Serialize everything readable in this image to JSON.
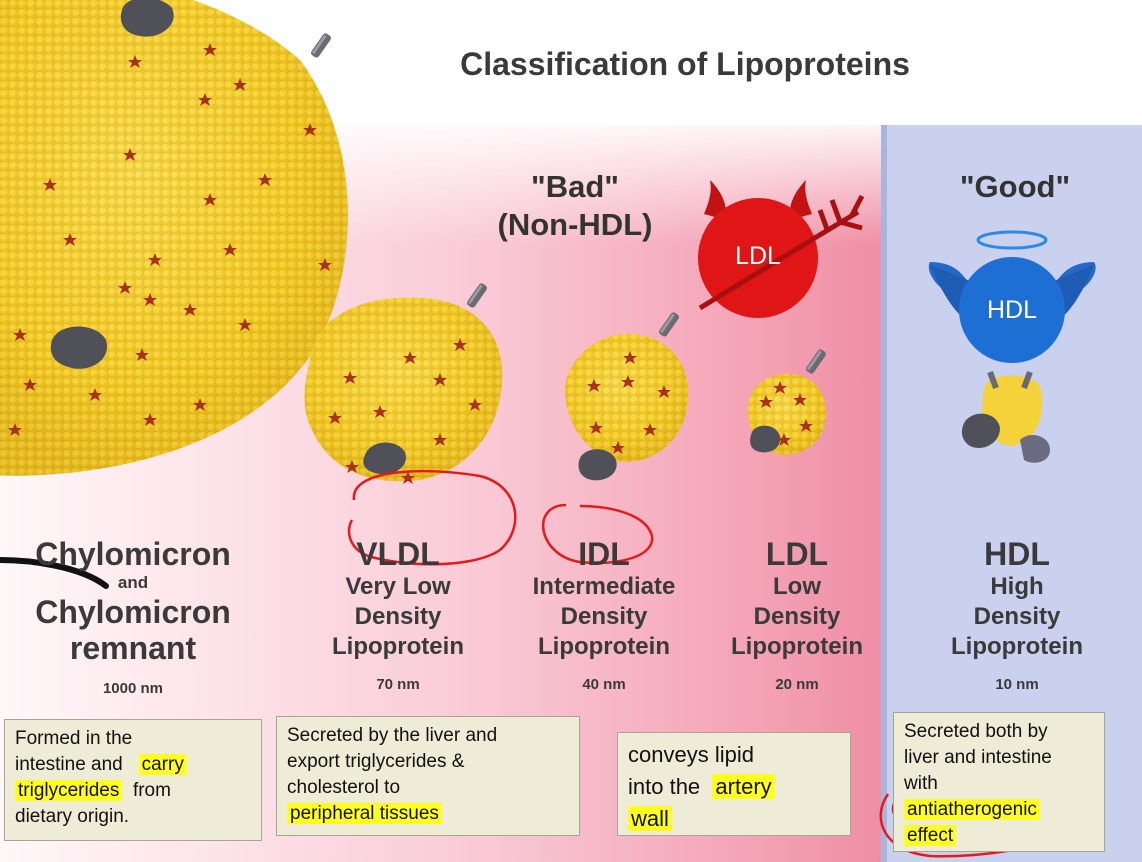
{
  "title": "Classification of Lipoproteins",
  "groups": {
    "bad_line1": "\"Bad\"",
    "bad_line2": "(Non-HDL)",
    "good": "\"Good\""
  },
  "badges": {
    "ldl": "LDL",
    "hdl": "HDL"
  },
  "columns": [
    {
      "abbr": "Chylomicron",
      "joiner": "and",
      "name2": "Chylomicron",
      "name3": "remnant",
      "size": "1000 nm"
    },
    {
      "abbr": "VLDL",
      "line1": "Very Low",
      "line2": "Density",
      "line3": "Lipoprotein",
      "size": "70 nm"
    },
    {
      "abbr": "IDL",
      "line1": "Intermediate",
      "line2": "Density",
      "line3": "Lipoprotein",
      "size": "40 nm"
    },
    {
      "abbr": "LDL",
      "line1": "Low",
      "line2": "Density",
      "line3": "Lipoprotein",
      "size": "20 nm"
    },
    {
      "abbr": "HDL",
      "line1": "High",
      "line2": "Density",
      "line3": "Lipoprotein",
      "size": "10 nm"
    }
  ],
  "notes": [
    {
      "a": "Formed in the",
      "b": "intestine and",
      "c": "carry",
      "d": "triglycerides",
      "e": "from",
      "f": "dietary origin."
    },
    {
      "a": "Secreted by the liver  and",
      "b": "export triglycerides  &",
      "c": "cholesterol to",
      "d": "peripheral tissues"
    },
    {
      "a": "conveys lipid",
      "b": "into the",
      "c": "artery",
      "d": "wall"
    },
    {
      "a": "Secreted both by",
      "b": "liver and intestine",
      "c": "with",
      "d": "antiatherogenic",
      "e": "effect"
    }
  ],
  "colors": {
    "ldl_red": "#e01515",
    "hdl_blue": "#1e6fd4",
    "particle_yellow": "#f2cf2a",
    "annotation_red": "#e31b1b",
    "highlight": "#ffff20"
  }
}
